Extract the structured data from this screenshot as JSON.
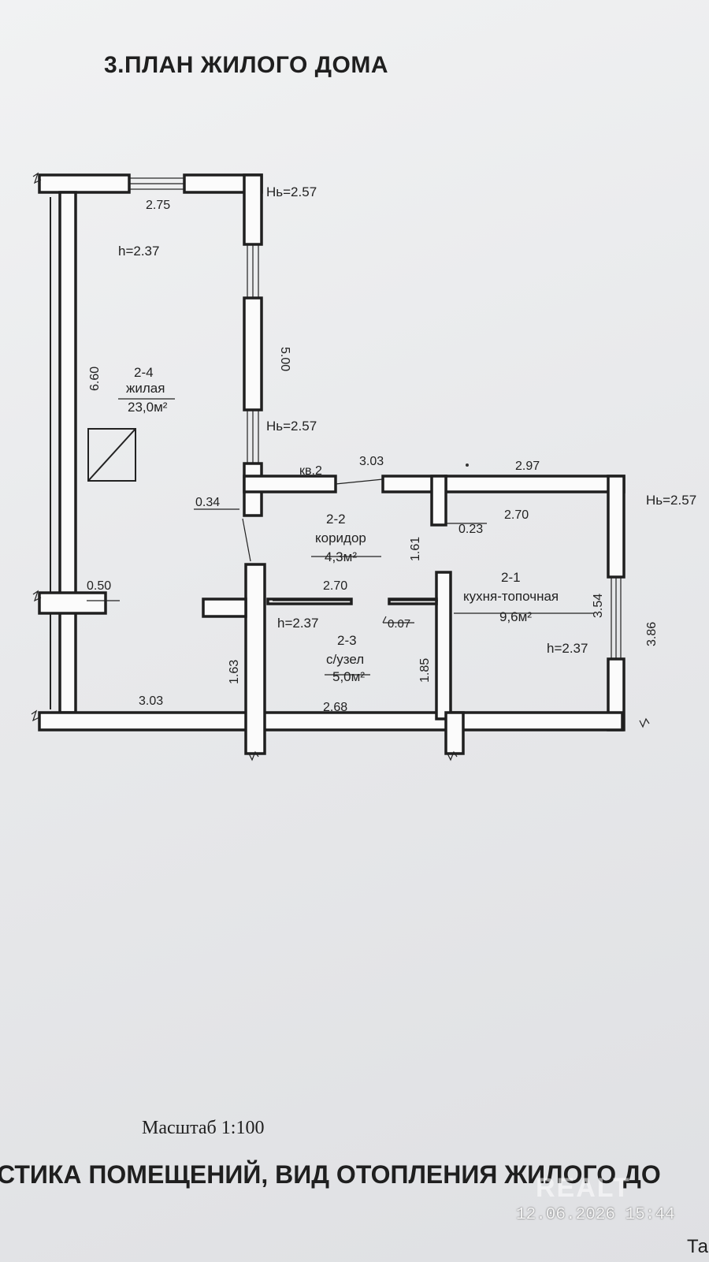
{
  "title": "3.ПЛАН ЖИЛОГО ДОМА",
  "rooms": {
    "living": {
      "number": "2-4",
      "name": "жилая",
      "area": "23,0м²",
      "height": "h=2.37"
    },
    "corridor": {
      "number": "2-2",
      "name": "коридор",
      "area": "4,3м²"
    },
    "bathroom": {
      "number": "2-3",
      "name": "с/узел",
      "area": "5,0м²",
      "height": "h=2.37"
    },
    "kitchen": {
      "number": "2-1",
      "name": "кухня-топочная",
      "area": "9,6м²",
      "height": "h=2.37"
    }
  },
  "apartment_label": "кв.2",
  "window_heights": {
    "top": "Hь=2.57",
    "middle": "Hь=2.57",
    "right": "Hь=2.57"
  },
  "dimensions": {
    "living_top": "2.75",
    "living_right": "5.00",
    "living_left": "6.60",
    "living_bottom": "3.03",
    "stove_offset": "0.50",
    "wall_stub": "0.34",
    "corridor_top": "3.03",
    "kitchen_top_outer": "2.97",
    "kitchen_top_inner": "2.70",
    "niche": "0.23",
    "corridor_height": "1.61",
    "bath_top": "2.70",
    "bath_left": "1.63",
    "bath_right": "1.85",
    "bath_bottom": "2.68",
    "bath_step": "0.07",
    "kitchen_right_inner": "3.54",
    "kitchen_right_outer": "3.86"
  },
  "scale_label": "Масштаб 1:100",
  "footer_heading": "СТИКА ПОМЕЩЕНИЙ, ВИД ОТОПЛЕНИЯ ЖИЛОГО ДО",
  "footer_tail": "Та",
  "photo_timestamp": "12.06.2026 15:44",
  "watermark": "REALT",
  "colors": {
    "paper": "#ececee",
    "ink": "#1f1f1f"
  }
}
